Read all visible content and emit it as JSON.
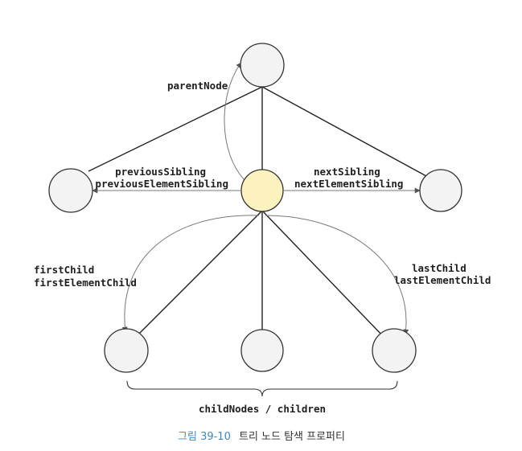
{
  "labels": {
    "parent_node": "parentNode",
    "previous_sibling": "previousSibling",
    "previous_element_sibling": "previousElementSibling",
    "next_sibling": "nextSibling",
    "next_element_sibling": "nextElementSibling",
    "first_child": "firstChild",
    "first_element_child": "firstElementChild",
    "last_child": "lastChild",
    "last_element_child": "lastElementChild",
    "child_nodes": "childNodes / children"
  },
  "caption": {
    "number": "그림 39-10",
    "text": "트리 노드 탐색 프로퍼티"
  },
  "colors": {
    "node_fill": "#f3f3f3",
    "current_node_fill": "#fbf2bf",
    "caption_number": "#3a88c8"
  }
}
